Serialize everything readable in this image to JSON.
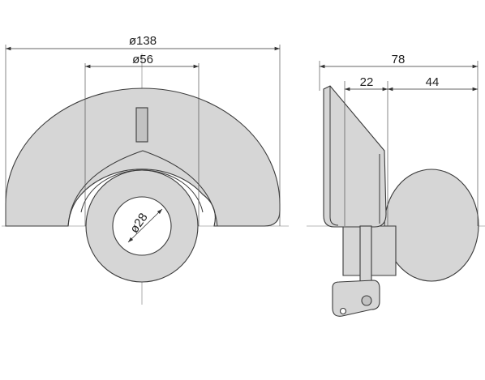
{
  "drawing": {
    "front_view": {
      "dim_outer_diameter": "ø138",
      "dim_inner_diameter": "ø56",
      "dim_bore_diameter": "ø28"
    },
    "side_view": {
      "dim_overall": "78",
      "dim_left": "22",
      "dim_right": "44"
    },
    "colors": {
      "part_fill": "#d6d6d6",
      "outline": "#3a3a3a",
      "background": "#ffffff"
    }
  }
}
